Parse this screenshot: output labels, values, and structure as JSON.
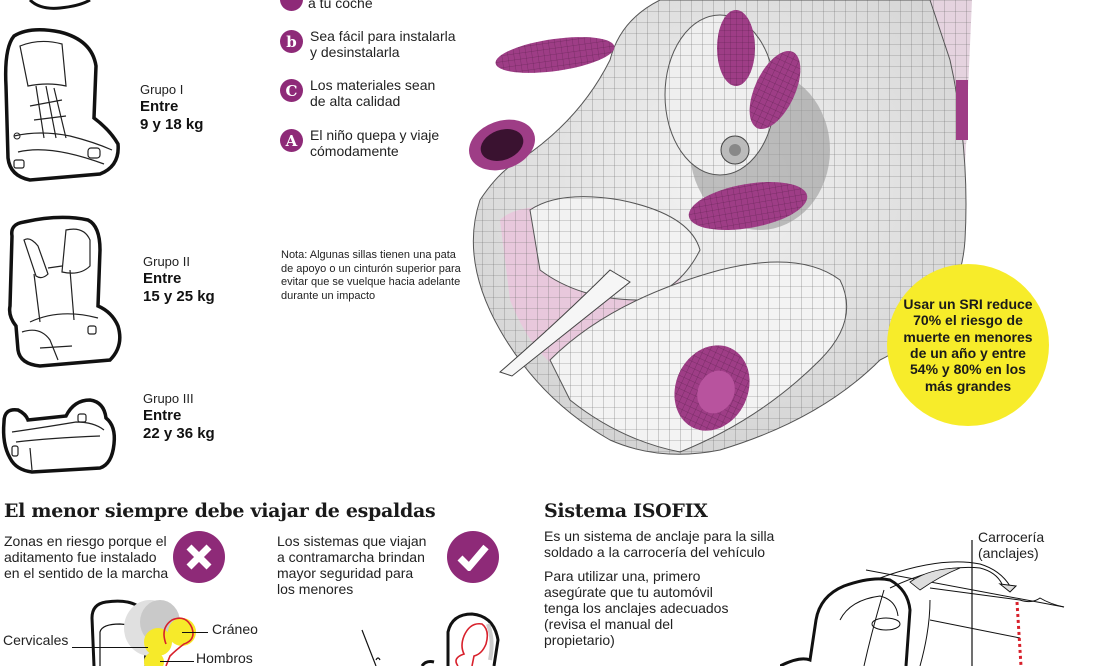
{
  "seat_groups": [
    {
      "label": "Grupo I",
      "range_line1": "Entre",
      "range_line2": "9 y 18 kg"
    },
    {
      "label": "Grupo II",
      "range_line1": "Entre",
      "range_line2": "15 y 25 kg"
    },
    {
      "label": "Grupo III",
      "range_line1": "Entre",
      "range_line2": "22 y 36 kg"
    }
  ],
  "checklist": {
    "partial_top": "a tu coche",
    "items": [
      {
        "badge": "b",
        "line1": "Sea fácil para instalarla",
        "line2": "y desinstalarla"
      },
      {
        "badge": "C",
        "line1": "Los materiales sean",
        "line2": "de alta calidad"
      },
      {
        "badge": "A",
        "line1": "El niño quepa y viaje",
        "line2": "cómodamente"
      }
    ],
    "badge_color": "#8e2a78"
  },
  "note": {
    "text": "Nota: Algunas sillas tienen una pata de apoyo o un cinturón superior para evitar que se vuelque hacia adelante durante un impacto"
  },
  "stat": {
    "text": "Usar un SRI reduce 70% el riesgo de muerte en menores de un año y entre 54% y 80% en los más grandes",
    "color": "#f7ec2a"
  },
  "rear_facing": {
    "title": "El menor siempre debe viajar de espaldas",
    "wrong": {
      "line1": "Zonas en riesgo porque el",
      "line2": "aditamento fue instalado",
      "line3": "en el sentido de la marcha",
      "icon": "x-icon"
    },
    "right": {
      "line1": "Los sistemas que viajan",
      "line2": "a contramarcha brindan",
      "line3": "mayor seguridad para",
      "line4": "los menores",
      "icon": "check-icon"
    },
    "callouts": {
      "cervicales": "Cervicales",
      "craneo": "Cráneo",
      "hombros": "Hombros"
    }
  },
  "isofix": {
    "title": "Sistema ISOFIX",
    "intro_line1": "Es un sistema de anclaje para la silla",
    "intro_line2": "soldado a la carrocería del vehículo",
    "instructions": [
      "Para utilizar una, primero",
      "asegúrate que tu automóvil",
      "tenga los anclajes adecuados",
      "(revisa el manual del",
      "propietario)"
    ],
    "callout_line1": "Carrocería",
    "callout_line2": "(anclajes)"
  },
  "colors": {
    "accent_purple": "#8e2a78",
    "highlight_yellow": "#f7ec2a",
    "risk_red": "#d8202b"
  }
}
